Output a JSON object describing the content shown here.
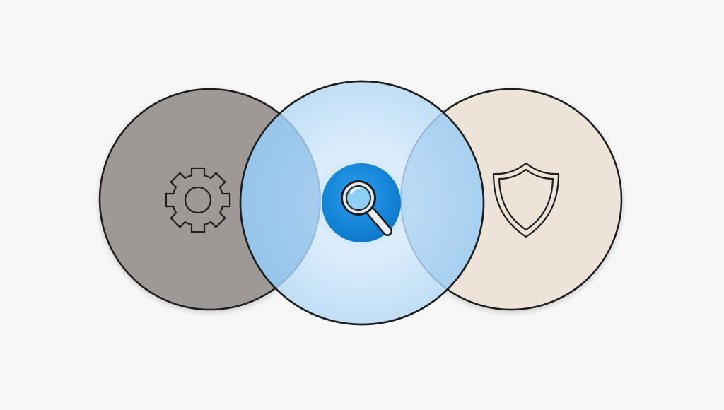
{
  "diagram": {
    "type": "overlapping-circles",
    "background": "#f7f7f7",
    "circles": [
      {
        "name": "left",
        "icon": "gear-icon",
        "fill": "#9e9994",
        "stroke": "#1e1e1e"
      },
      {
        "name": "right",
        "icon": "shield-icon",
        "fill": "#ede3d9",
        "stroke": "#1e1e1e"
      },
      {
        "name": "center",
        "icon": "magnifier-icon",
        "fill": "#cfe7fa",
        "stroke": "#1e1e1e",
        "highlight": true
      }
    ],
    "colors": {
      "center_ring": "#63aef0",
      "focus_badge": "#1c8fe0",
      "focus_badge_dark": "#0d6fbf",
      "overlap_tint": "#7ab6e8",
      "lens": "#8fcff4"
    }
  }
}
